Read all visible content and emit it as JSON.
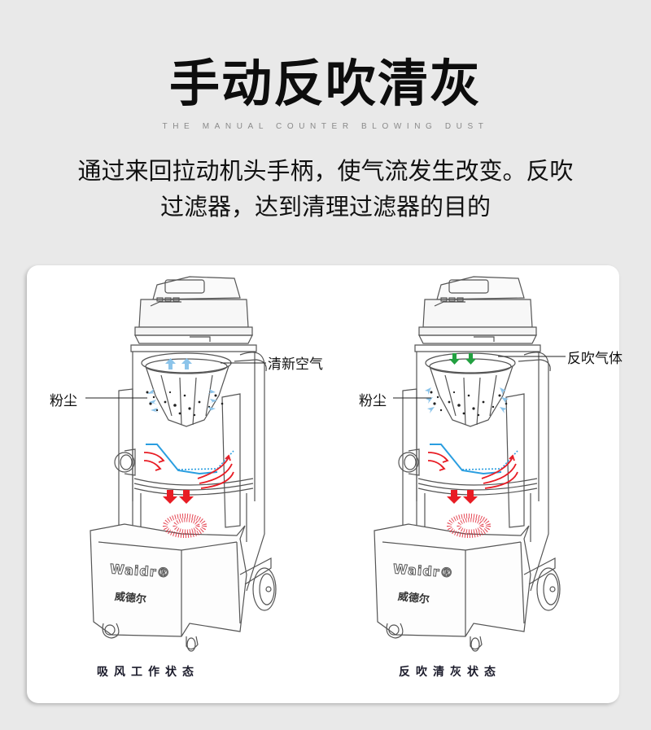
{
  "header": {
    "title": "手动反吹清灰",
    "subtitle": "THE MANUAL COUNTER BLOWING DUST",
    "description_line1": "通过来回拉动机头手柄，使气流发生改变。反吹",
    "description_line2": "过滤器，达到清理过滤器的目的"
  },
  "diagrams": [
    {
      "state": "suction",
      "caption": "吸风工作状态",
      "callouts": {
        "top": "清新空气",
        "dust": "粉尘"
      },
      "brand": {
        "name": "Waidr®",
        "name_cn": "威德尔"
      },
      "filter_arrow_color": "#8cc4ea",
      "filter_arrow_direction": "up"
    },
    {
      "state": "counter-blow",
      "caption": "反吹清灰状态",
      "callouts": {
        "top": "反吹气体",
        "dust": "粉尘"
      },
      "brand": {
        "name": "Waidr®",
        "name_cn": "威德尔"
      },
      "filter_arrow_color": "#22a040",
      "filter_arrow_direction": "down"
    }
  ],
  "colors": {
    "background": "#e9e9e9",
    "panel": "#ffffff",
    "airflow_blue": "#2a9ee0",
    "airflow_red": "#e81c24",
    "dust_red": "#e02030",
    "line": "#555555"
  }
}
